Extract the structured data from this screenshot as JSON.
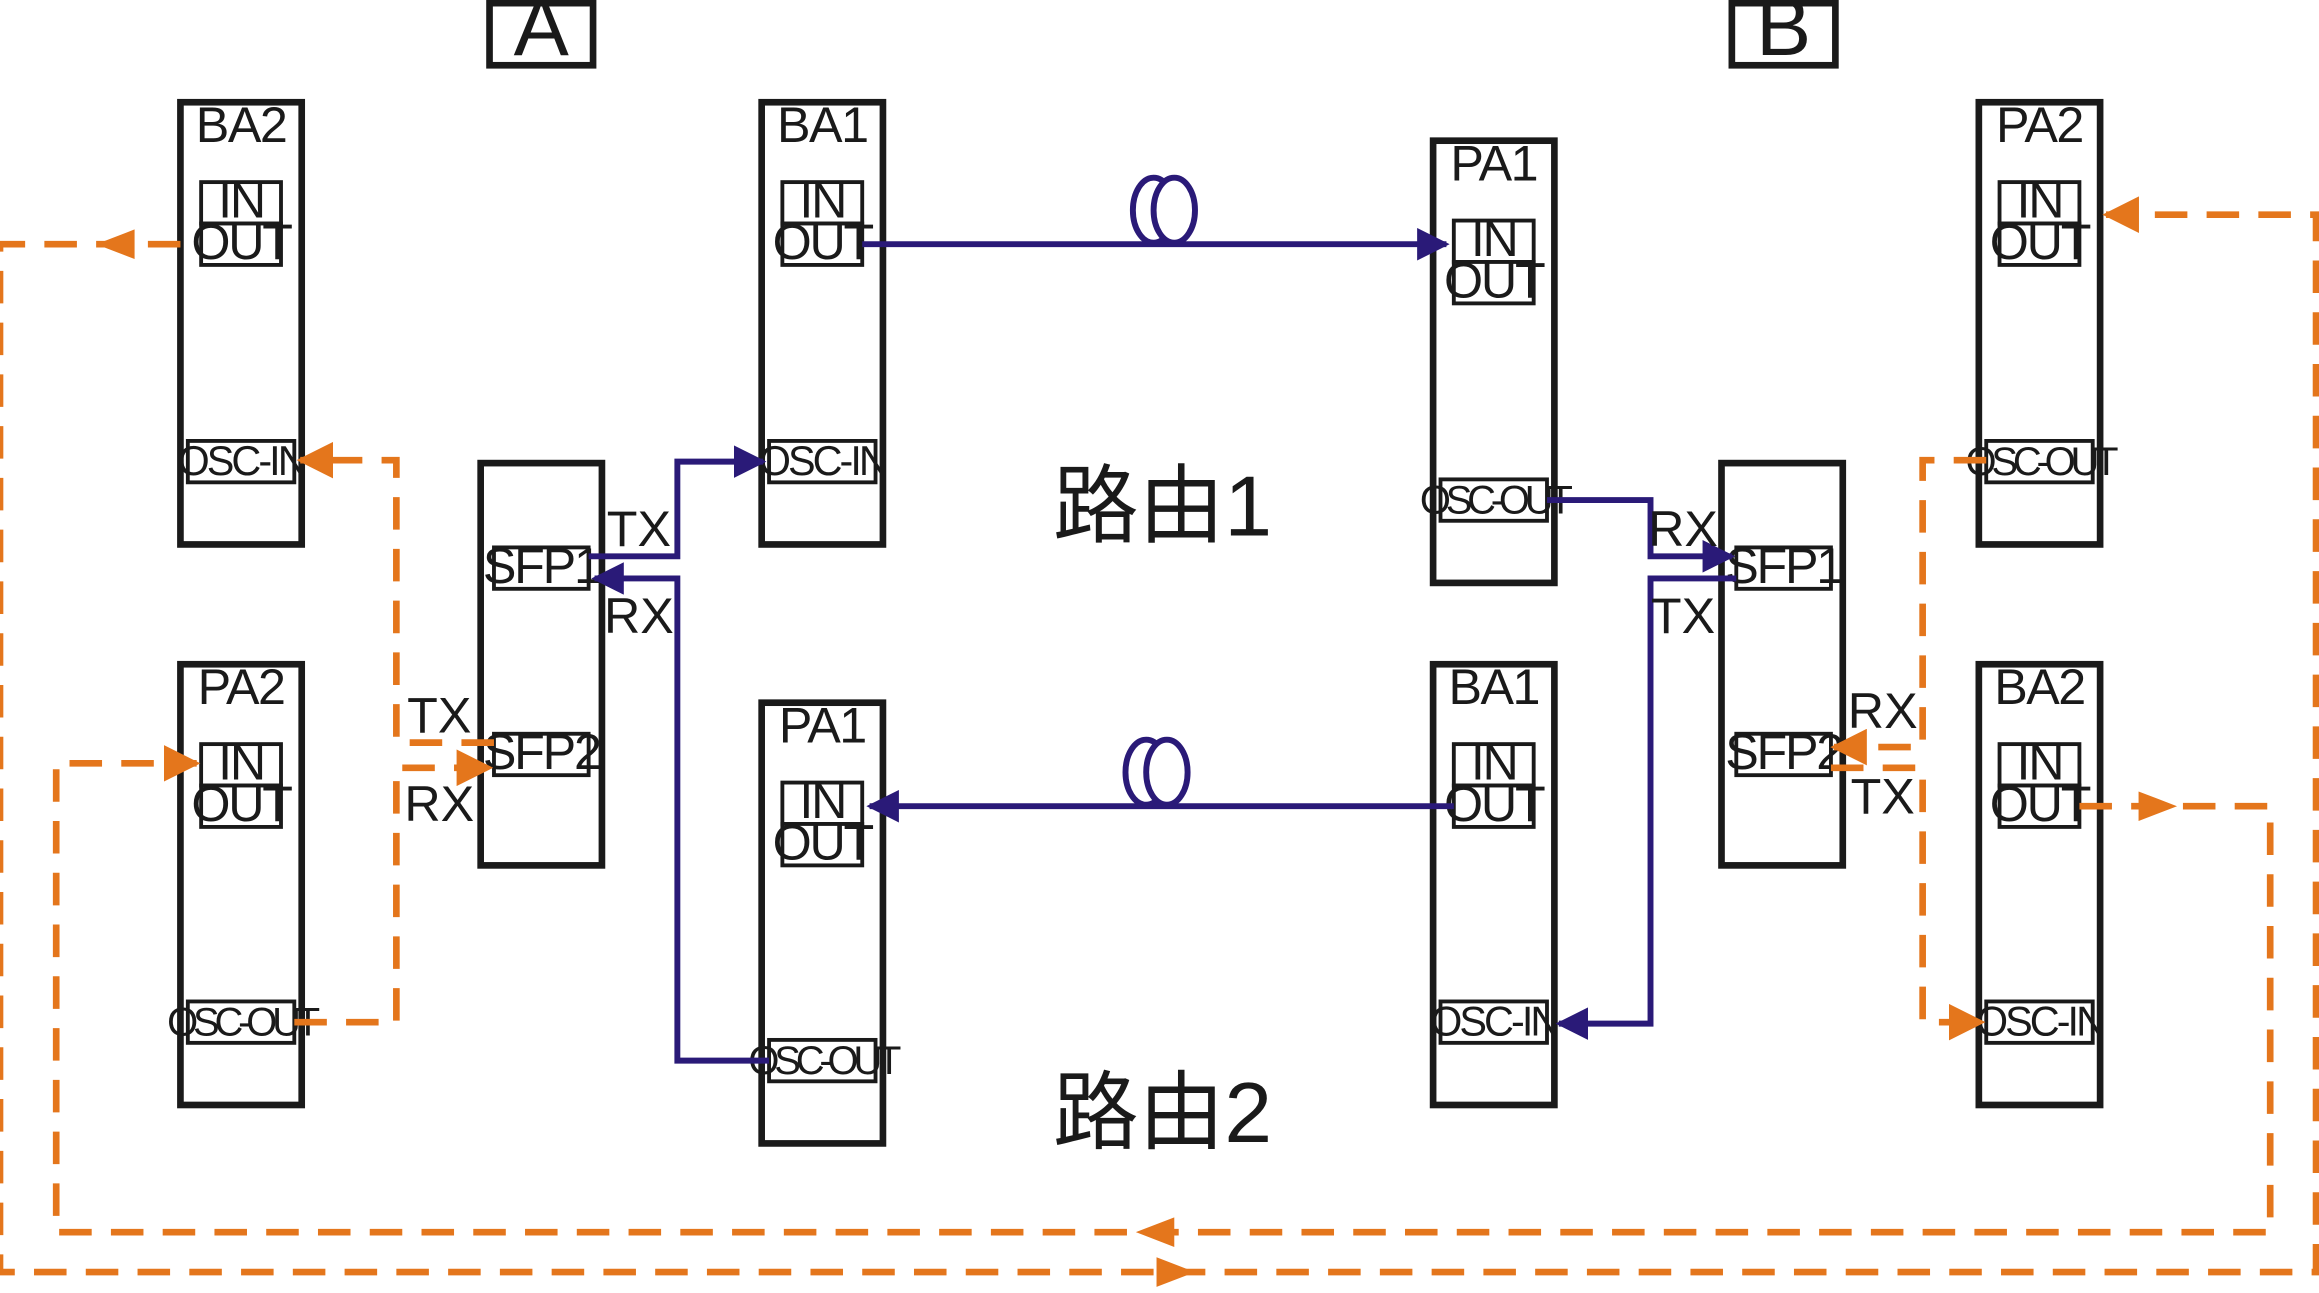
{
  "sites": {
    "a": "A",
    "b": "B"
  },
  "routes": {
    "route1": "路由1",
    "route2": "路由2"
  },
  "colors": {
    "fiber": "#2a1a78",
    "osc": "#e4761c",
    "outline": "#1a1a1a"
  },
  "site_a": {
    "ba2": {
      "title": "BA2",
      "in": "IN",
      "out": "OUT",
      "osc": "OSC-IN"
    },
    "pa2": {
      "title": "PA2",
      "in": "IN",
      "out": "OUT",
      "osc": "OSC-OUT"
    },
    "ba1": {
      "title": "BA1",
      "in": "IN",
      "out": "OUT",
      "osc": "OSC-IN"
    },
    "pa1": {
      "title": "PA1",
      "in": "IN",
      "out": "OUT",
      "osc": "OSC-OUT"
    },
    "sfp": {
      "sfp1": "SFP1",
      "sfp2": "SFP2"
    },
    "signals": {
      "sfp1_tx": "TX",
      "sfp1_rx": "RX",
      "sfp2_tx": "TX",
      "sfp2_rx": "RX"
    }
  },
  "site_b": {
    "pa1": {
      "title": "PA1",
      "in": "IN",
      "out": "OUT",
      "osc": "OSC-OUT"
    },
    "ba1": {
      "title": "BA1",
      "in": "IN",
      "out": "OUT",
      "osc": "OSC-IN"
    },
    "pa2": {
      "title": "PA2",
      "in": "IN",
      "out": "OUT",
      "osc": "OSC-OUT"
    },
    "ba2": {
      "title": "BA2",
      "in": "IN",
      "out": "OUT",
      "osc": "OSC-IN"
    },
    "sfp": {
      "sfp1": "SFP1",
      "sfp2": "SFP2"
    },
    "signals": {
      "sfp1_rx": "RX",
      "sfp1_tx": "TX",
      "sfp2_rx": "RX",
      "sfp2_tx": "TX"
    }
  }
}
